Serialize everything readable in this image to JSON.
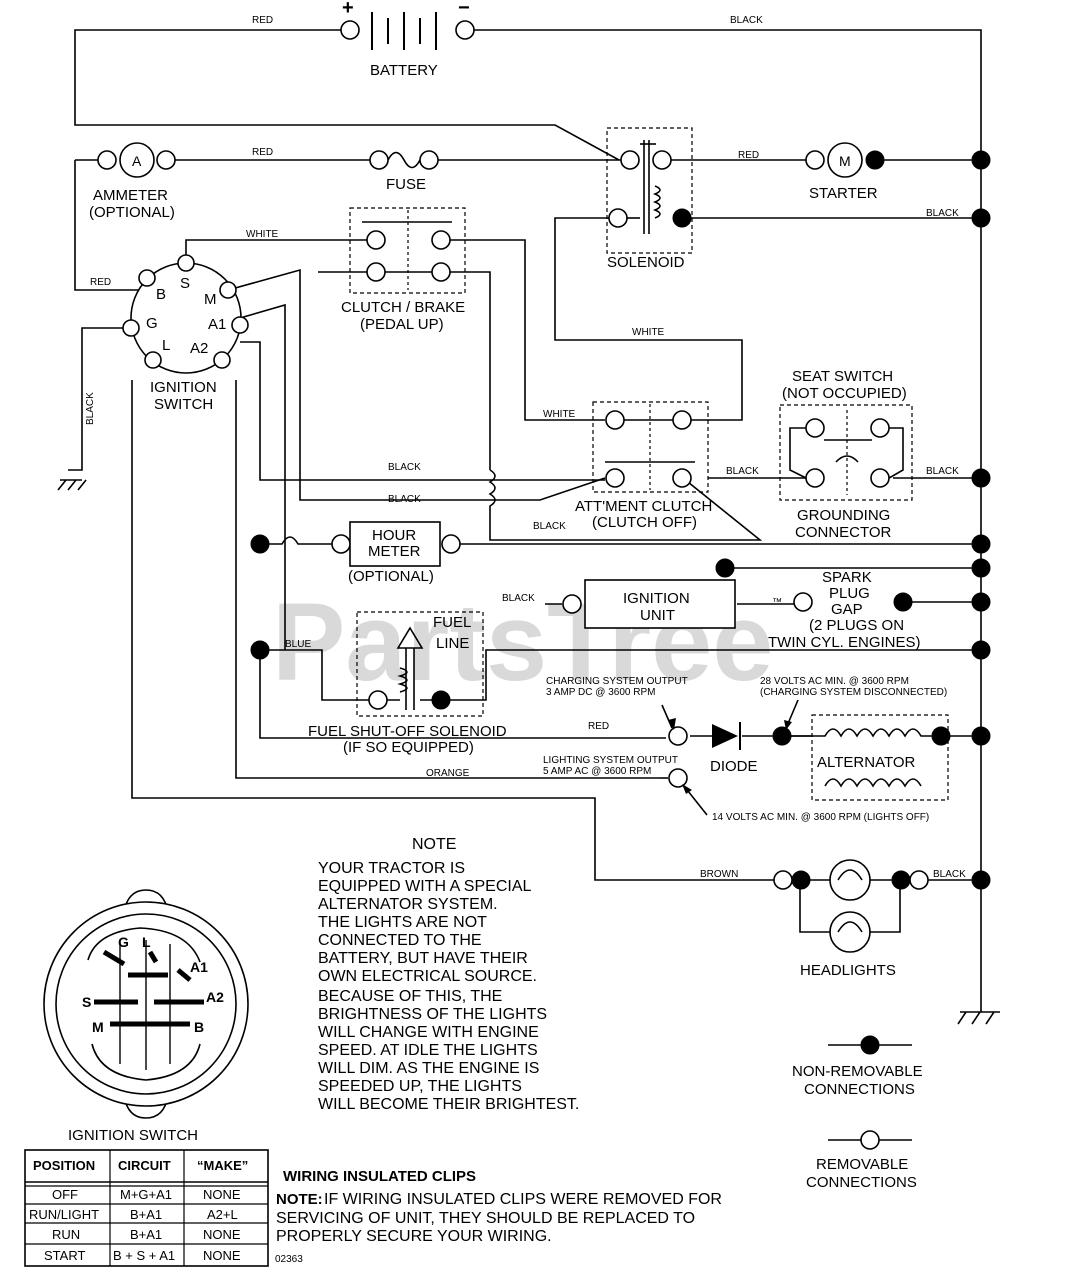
{
  "watermark": "PartsTree",
  "watermark_tm": "™",
  "wires": {
    "red1": "RED",
    "black1": "BLACK",
    "red2": "RED",
    "red3": "RED",
    "red4": "RED",
    "black_solenoid": "BLACK",
    "white1": "WHITE",
    "white2": "WHITE",
    "white3": "WHITE",
    "black_gnd": "BLACK",
    "black_a": "BLACK",
    "black_b": "BLACK",
    "black_c": "BLACK",
    "black_seat_l": "BLACK",
    "black_seat_r": "BLACK",
    "black_ign": "BLACK",
    "blue": "BLUE",
    "red_diode": "RED",
    "orange": "ORANGE",
    "brown": "BROWN",
    "black_head": "BLACK"
  },
  "components": {
    "battery": "BATTERY",
    "battery_plus": "+",
    "battery_minus": "−",
    "ammeter_letter": "A",
    "ammeter": [
      "AMMETER",
      "(OPTIONAL)"
    ],
    "fuse": "FUSE",
    "starter_letter": "M",
    "starter": "STARTER",
    "solenoid": "SOLENOID",
    "clutch_brake": [
      "CLUTCH / BRAKE",
      "(PEDAL UP)"
    ],
    "ignition_switch": [
      "IGNITION",
      "SWITCH"
    ],
    "switch_terms": [
      "B",
      "S",
      "M",
      "G",
      "A1",
      "L",
      "A2"
    ],
    "seat_switch": [
      "SEAT SWITCH",
      "(NOT OCCUPIED)"
    ],
    "grounding_connector": [
      "GROUNDING",
      "CONNECTOR"
    ],
    "attment_clutch": [
      "ATT'MENT CLUTCH",
      "(CLUTCH OFF)"
    ],
    "hour_meter": [
      "HOUR",
      "METER"
    ],
    "hour_meter_opt": "(OPTIONAL)",
    "ignition_unit": [
      "IGNITION",
      "UNIT"
    ],
    "spark_plug": [
      "SPARK",
      "PLUG",
      "GAP",
      "(2 PLUGS ON",
      "TWIN CYL. ENGINES)"
    ],
    "fuel_line": [
      "FUEL",
      "LINE"
    ],
    "fuel_solenoid": [
      "FUEL SHUT-OFF SOLENOID",
      "(IF SO EQUIPPED)"
    ],
    "charging_output": [
      "CHARGING SYSTEM OUTPUT",
      "3 AMP DC @ 3600 RPM"
    ],
    "volts28": [
      "28 VOLTS AC MIN. @ 3600 RPM",
      "(CHARGING SYSTEM DISCONNECTED)"
    ],
    "diode": "DIODE",
    "alternator": "ALTERNATOR",
    "lighting_output": [
      "LIGHTING SYSTEM OUTPUT",
      "5 AMP AC @ 3600 RPM"
    ],
    "volts14": "14 VOLTS AC MIN. @ 3600 RPM (LIGHTS OFF)",
    "headlights": "HEADLIGHTS"
  },
  "note": {
    "title": "NOTE",
    "lines": [
      "YOUR TRACTOR IS",
      "EQUIPPED WITH A SPECIAL",
      "ALTERNATOR SYSTEM.",
      "THE LIGHTS ARE NOT",
      "CONNECTED TO THE",
      "BATTERY, BUT HAVE THEIR",
      "OWN ELECTRICAL SOURCE.",
      "BECAUSE OF THIS, THE",
      "BRIGHTNESS OF THE LIGHTS",
      "WILL CHANGE WITH ENGINE",
      "SPEED.  AT IDLE THE LIGHTS",
      "WILL DIM.  AS THE ENGINE IS",
      "SPEEDED UP, THE LIGHTS",
      "WILL BECOME THEIR BRIGHTEST."
    ]
  },
  "legend": {
    "non_removable": [
      "NON-REMOVABLE",
      "CONNECTIONS"
    ],
    "removable": [
      "REMOVABLE",
      "CONNECTIONS"
    ]
  },
  "switch_face": {
    "labels": [
      "G",
      "L",
      "A1",
      "S",
      "A2",
      "M",
      "B"
    ],
    "title": "IGNITION SWITCH"
  },
  "table": {
    "headers": [
      "POSITION",
      "CIRCUIT",
      "“MAKE”"
    ],
    "rows": [
      [
        "OFF",
        "M+G+A1",
        "NONE"
      ],
      [
        "RUN/LIGHT",
        "B+A1",
        "A2+L"
      ],
      [
        "RUN",
        "B+A1",
        "NONE"
      ],
      [
        "START",
        "B + S + A1",
        "NONE"
      ]
    ]
  },
  "clips": {
    "title": "WIRING INSULATED CLIPS",
    "note_bold": "NOTE:",
    "lines": [
      "IF WIRING INSULATED CLIPS WERE REMOVED FOR",
      "SERVICING OF UNIT, THEY SHOULD BE REPLACED TO",
      "PROPERLY SECURE YOUR WIRING."
    ]
  },
  "part_number": "02363"
}
